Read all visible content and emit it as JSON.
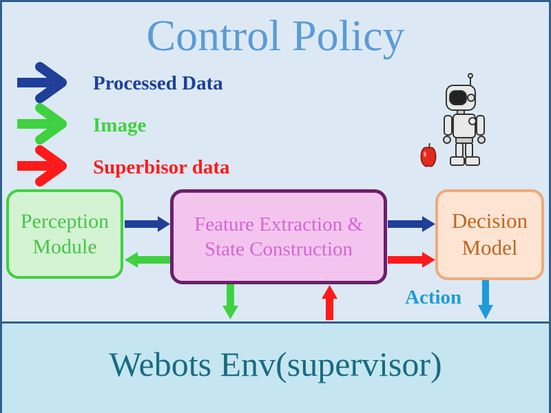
{
  "title": "Control Policy",
  "legend": [
    {
      "label": "Processed Data",
      "color": "#1f3f99"
    },
    {
      "label": "Image",
      "color": "#3fd13f"
    },
    {
      "label": "Superbisor data",
      "color": "#ff1a1a"
    }
  ],
  "boxes": {
    "perception": {
      "line1": "Perception",
      "line2": "Module"
    },
    "feature": {
      "line1": "Feature Extraction &",
      "line2": "State Construction"
    },
    "decision": {
      "line1": "Decision",
      "line2": "Model"
    }
  },
  "action_label": "Action",
  "environment_label": "Webots Env(supervisor)",
  "colors": {
    "processed": "#1f3f99",
    "image": "#3fd13f",
    "supervisor": "#ff1a1a",
    "action": "#1e9bd8"
  }
}
